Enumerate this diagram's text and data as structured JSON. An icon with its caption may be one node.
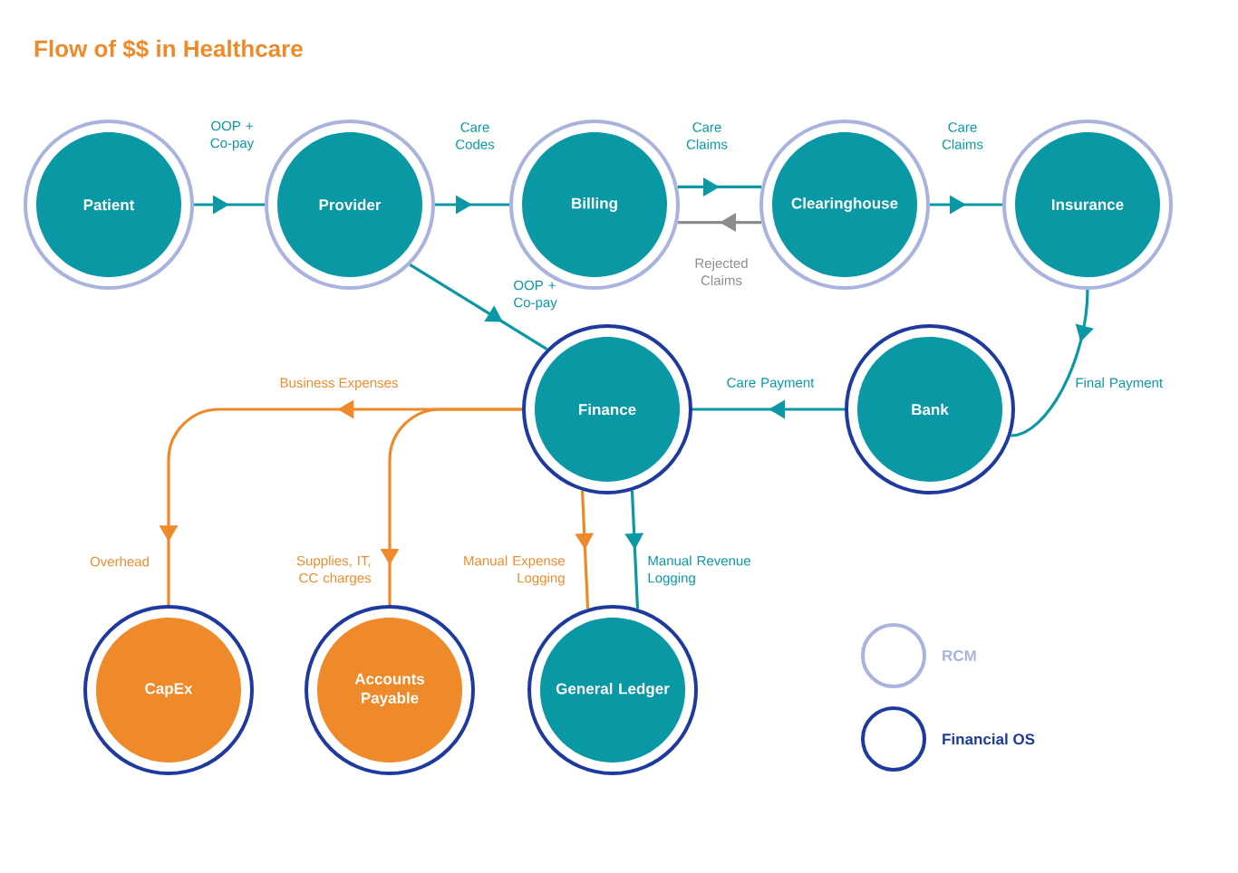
{
  "diagram": {
    "title": "Flow of $$ in Healthcare",
    "nodes": [
      {
        "text": [
          "Patient"
        ]
      },
      {
        "text": [
          "Provider"
        ]
      },
      {
        "text": [
          "Billing"
        ]
      },
      {
        "text": [
          "Clearinghouse"
        ]
      },
      {
        "text": [
          "Insurance"
        ]
      },
      {
        "text": [
          "Finance"
        ]
      },
      {
        "text": [
          "Bank"
        ]
      },
      {
        "text": [
          "CapEx"
        ]
      },
      {
        "text": [
          "Accounts Payable"
        ]
      },
      {
        "text": [
          "General Ledger"
        ]
      }
    ],
    "edges": [
      {
        "from": 0,
        "to": 1,
        "arrow": "to",
        "label": "OOP + Co-pay"
      },
      {
        "from": 1,
        "to": 2,
        "arrow": "to",
        "label": "Care Codes"
      },
      {
        "from": 2,
        "to": 3,
        "arrow": "to",
        "label": "Care Claims"
      },
      {
        "from": 3,
        "to": 2,
        "arrow": "to",
        "label": "Rejected Claims",
        "color": "#8c8c8c"
      },
      {
        "from": 3,
        "to": 4,
        "arrow": "to",
        "label": "Care Claims"
      },
      {
        "from": 1,
        "to": 5,
        "arrow": "to",
        "label": "OOP + Co-pay"
      },
      {
        "from": 4,
        "to": 6,
        "arrow": "to",
        "label": "Final Payment"
      },
      {
        "from": 6,
        "to": 5,
        "arrow": "to",
        "label": "Care Payment"
      },
      {
        "from": 5,
        "to": 7,
        "arrow": "to",
        "label": "Overhead",
        "color": "#ef8a2b"
      },
      {
        "from": 5,
        "to": 8,
        "arrow": "to",
        "label": "Supplies, IT, CC charges",
        "color": "#ef8a2b"
      },
      {
        "from": 5,
        "to": 9,
        "arrow": "to",
        "label": "Manual Expense Logging",
        "color": "#ef8a2b"
      },
      {
        "from": 5,
        "to": 9,
        "arrow": "to",
        "label": "Manual Revenue Logging"
      }
    ],
    "labels": [
      "Business Expenses"
    ],
    "legend": [
      {
        "text": "RCM",
        "color": "#a9b3de"
      },
      {
        "text": "Financial OS",
        "color": "#1f3a9e"
      }
    ]
  }
}
